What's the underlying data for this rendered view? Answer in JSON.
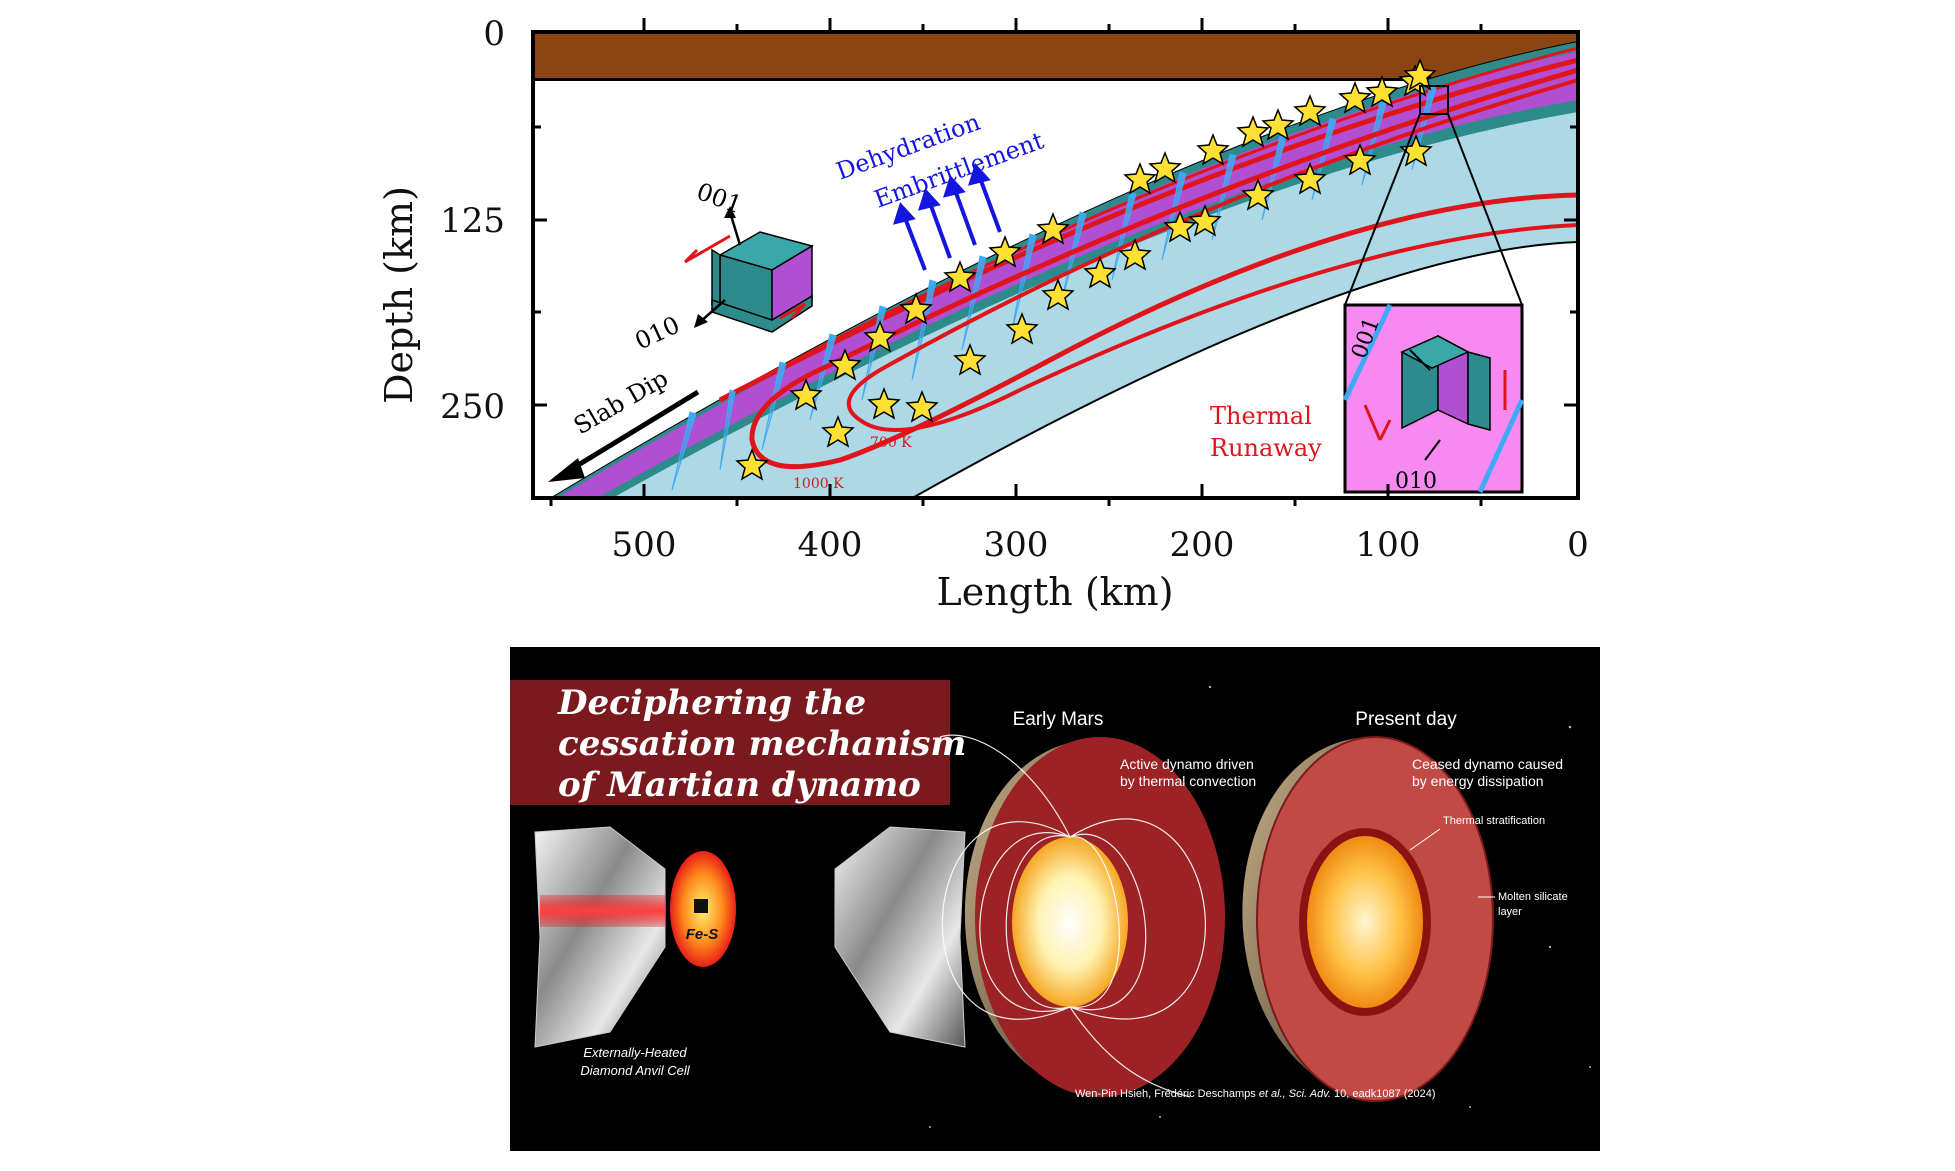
{
  "top_figure": {
    "y_axis": {
      "label": "Depth (km)",
      "ticks": [
        "0",
        "125",
        "250"
      ]
    },
    "x_axis": {
      "label": "Length (km)",
      "ticks": [
        "500",
        "400",
        "300",
        "200",
        "100",
        "0"
      ]
    },
    "annotations": {
      "dehydration_line1": "Dehydration",
      "dehydration_line2": "Embrittlement",
      "thermal_line1": "Thermal",
      "thermal_line2": "Runaway",
      "slab_dip": "Slab Dip",
      "isotherm_700": "700 K",
      "isotherm_1000": "1000 K",
      "crystal_axis_001": "001",
      "crystal_axis_010": "010",
      "inset_axis_001": "001",
      "inset_axis_010": "010"
    },
    "colors": {
      "crust": "#8B4513",
      "slab": "#ADD8E6",
      "layer_teal": "#2E8B8B",
      "layer_purple": "#B04FD1",
      "isotherm": "#E0151B",
      "arrows": "#1515E0",
      "inset_bg": "#F78AF0"
    }
  },
  "bottom_panel": {
    "banner": {
      "line1": "Deciphering the",
      "line2": "cessation mechanism",
      "line3": "of  Martian dynamo"
    },
    "sample_label": "Fe-S",
    "dac_line1": "Externally-Heated",
    "dac_line2": "Diamond Anvil Cell",
    "early_mars": {
      "title": "Early Mars",
      "note_line1": "Active dynamo driven",
      "note_line2": "by thermal convection"
    },
    "present_day": {
      "title": "Present day",
      "note_line1": "Ceased dynamo caused",
      "note_line2": "by energy dissipation",
      "label_stratification": "Thermal stratification",
      "label_molten_line1": "Molten silicate",
      "label_molten_line2": "layer"
    },
    "citation": {
      "authors": "Wen-Pin Hsieh, Frédéric Deschamps ",
      "etal": "et al., ",
      "journal": "Sci. Adv.",
      "rest": " 10, eadk1087 (2024)"
    },
    "colors": {
      "banner": "#7A1A1E",
      "mantle": "#9C2226",
      "core": "#F5A623"
    }
  }
}
